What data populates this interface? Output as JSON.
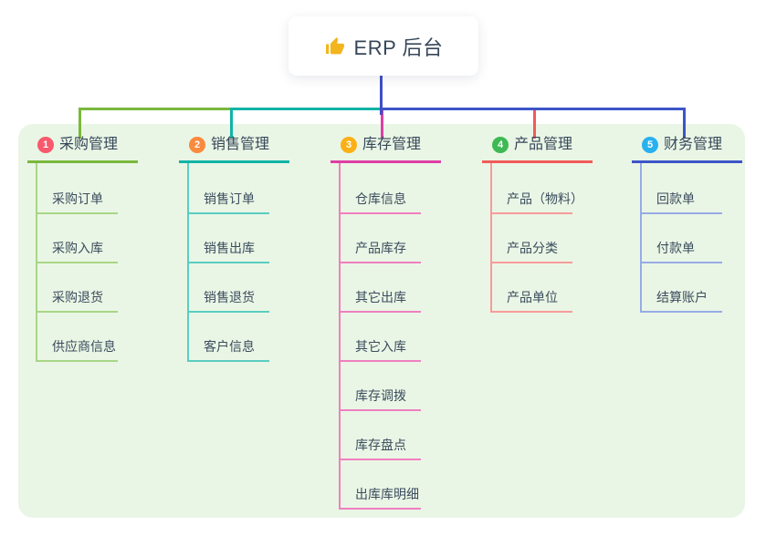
{
  "root": {
    "title": "ERP 后台",
    "icon": "thumbs-up",
    "icon_color": "#f2b51d",
    "connector_color": "#3e4fc4"
  },
  "canvas": {
    "background_color": "#ffffff",
    "panel_color": "#eaf6e5"
  },
  "branches": [
    {
      "num": "1",
      "label": "采购管理",
      "badge_color": "#f8596d",
      "line_color": "#7ab83c",
      "child_line_color": "#a8d687",
      "children": [
        "采购订单",
        "采购入库",
        "采购退货",
        "供应商信息"
      ]
    },
    {
      "num": "2",
      "label": "销售管理",
      "badge_color": "#fa8a3d",
      "line_color": "#10b3a7",
      "child_line_color": "#5acdc2",
      "children": [
        "销售订单",
        "销售出库",
        "销售退货",
        "客户信息"
      ]
    },
    {
      "num": "3",
      "label": "库存管理",
      "badge_color": "#fbb017",
      "line_color": "#de3ea5",
      "child_line_color": "#ef7fc0",
      "children": [
        "仓库信息",
        "产品库存",
        "其它出库",
        "其它入库",
        "库存调拨",
        "库存盘点",
        "出库库明细"
      ]
    },
    {
      "num": "4",
      "label": "产品管理",
      "badge_color": "#3eb954",
      "line_color": "#f15b5b",
      "child_line_color": "#f79b9b",
      "children": [
        "产品（物料）",
        "产品分类",
        "产品单位"
      ]
    },
    {
      "num": "5",
      "label": "财务管理",
      "badge_color": "#29b1ef",
      "line_color": "#3c55c8",
      "child_line_color": "#97abe6",
      "children": [
        "回款单",
        "付款单",
        "结算账户"
      ]
    }
  ]
}
